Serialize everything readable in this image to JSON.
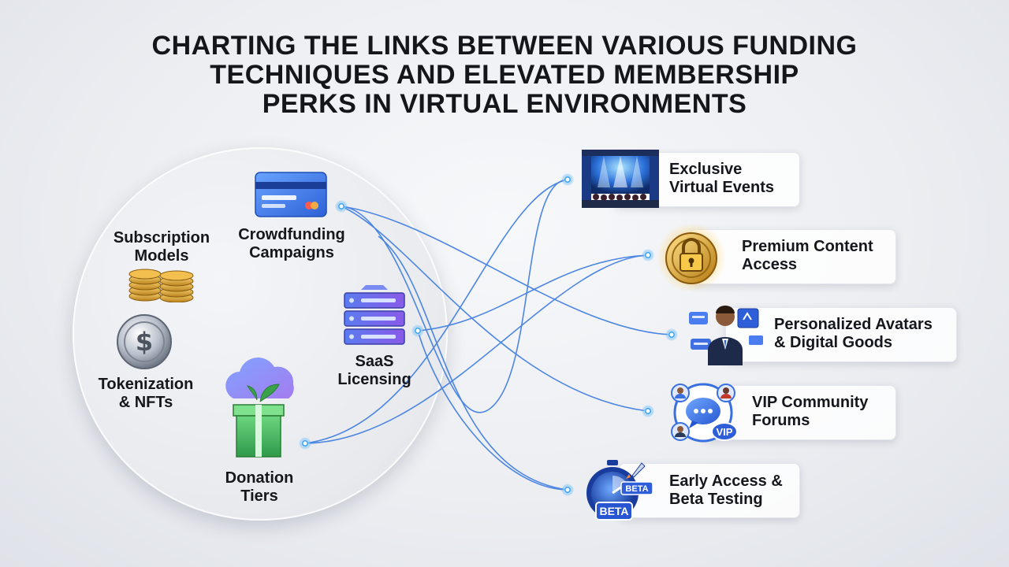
{
  "title": {
    "line1": "CHARTING THE LINKS BETWEEN VARIOUS FUNDING",
    "line2": "TECHNIQUES AND ELEVATED MEMBERSHIP",
    "line3": "PERKS IN VIRTUAL ENVIRONMENTS"
  },
  "funding": {
    "subscription": {
      "line1": "Subscription",
      "line2": "Models"
    },
    "crowdfunding": {
      "line1": "Crowdfunding",
      "line2": "Campaigns"
    },
    "tokenization": {
      "line1": "Tokenization",
      "line2": "& NFTs"
    },
    "saas": {
      "line1": "SaaS",
      "line2": "Licensing"
    },
    "donation": {
      "line1": "Donation",
      "line2": "Tiers"
    }
  },
  "perks": [
    {
      "line1": "Exclusive",
      "line2": "Virtual Events"
    },
    {
      "line1": "Premium Content",
      "line2": "Access"
    },
    {
      "line1": "Personalized Avatars",
      "line2": "& Digital Goods"
    },
    {
      "line1": "VIP Community",
      "line2": "Forums"
    },
    {
      "line1": "Early Access &",
      "line2": "Beta Testing"
    }
  ],
  "icon_text": {
    "vip": "VIP",
    "beta_small": "BETA",
    "beta_large": "BETA"
  },
  "colors": {
    "link_line": "#3b7be0",
    "node_dot": "#3aa0f0",
    "credit_card": "#3f7fe6",
    "coin": "#d9a532",
    "cloud": "#8a7cf0",
    "server": "#6b5fe0",
    "box": "#3fae5a",
    "padlock_gold": "#e0a526"
  }
}
